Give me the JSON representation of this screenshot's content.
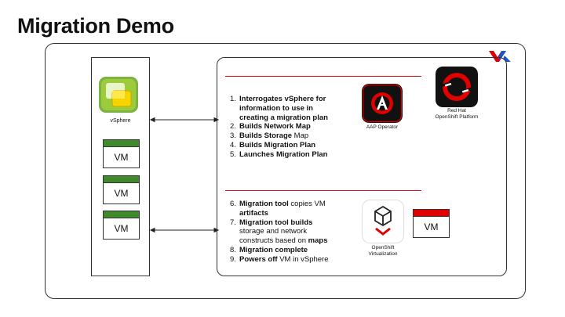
{
  "title": "Migration Demo",
  "vsphere": {
    "label": "vSphere",
    "vms": [
      "VM",
      "VM",
      "VM"
    ]
  },
  "aap": {
    "label": "AAP Operator"
  },
  "openshift_platform": {
    "label_line1": "Red Hat",
    "label_line2": "OpenShift Platform"
  },
  "openshift_virt": {
    "label_line1": "OpenShift",
    "label_line2": "Virtualization"
  },
  "target_vm": {
    "label": "VM"
  },
  "plan_steps": [
    {
      "num": "1.",
      "bold": "Interrogates vSphere for",
      "rest": ""
    },
    {
      "num": "",
      "bold": "information to use in",
      "rest": ""
    },
    {
      "num": "",
      "bold": "creating a migration plan",
      "rest": ""
    },
    {
      "num": "2.",
      "bold": "Builds Network Map",
      "rest": ""
    },
    {
      "num": "3.",
      "bold": "Builds Storage",
      "rest": " Map"
    },
    {
      "num": "4.",
      "bold": "Builds Migration Plan",
      "rest": ""
    },
    {
      "num": "5.",
      "bold": "Launches Migration Plan",
      "rest": ""
    }
  ],
  "migration_steps": [
    {
      "num": "6.",
      "bold": "Migration tool",
      "rest": " copies VM"
    },
    {
      "num": "",
      "bold": "artifacts",
      "rest": ""
    },
    {
      "num": "7.",
      "bold": "Migration tool builds",
      "rest": ""
    },
    {
      "num": "",
      "bold": "",
      "rest": "storage and network"
    },
    {
      "num": "",
      "bold": "",
      "rest": "constructs based on ",
      "bold2": "maps"
    },
    {
      "num": "8.",
      "bold": "Migration complete",
      "rest": ""
    },
    {
      "num": "9.",
      "bold": "Powers off",
      "rest": " VM in vSphere"
    }
  ],
  "colors": {
    "accent_red": "#e00000",
    "vm_green": "#3f8a2a",
    "dark": "#111111"
  }
}
